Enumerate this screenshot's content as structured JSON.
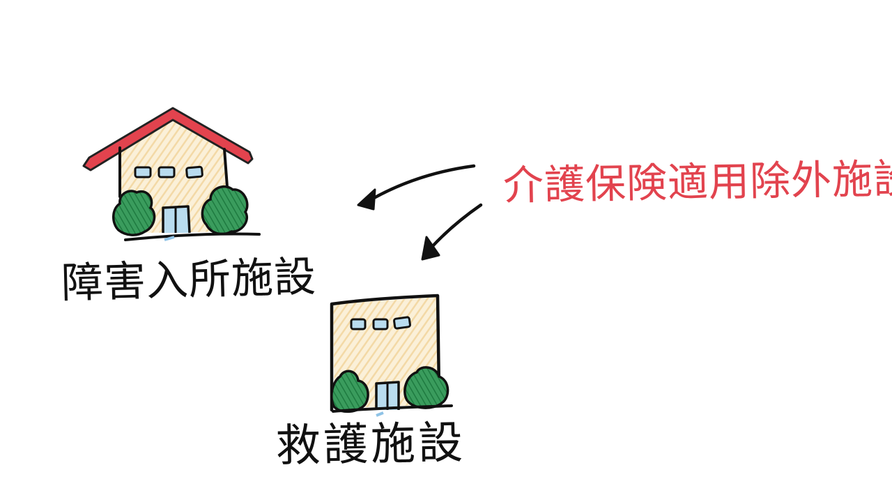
{
  "labels": {
    "disabled_facility": "障害入所施設",
    "relief_facility": "救護施設",
    "excluded_facilities": "介護保険適用除外施設"
  },
  "illustrations": {
    "house": "house-with-red-roof-icon",
    "building": "flat-roof-building-icon",
    "arrows": [
      "arrow-to-house-icon",
      "arrow-to-building-icon"
    ]
  },
  "colors": {
    "roof": "#e2434e",
    "wall": "#f7e2b8",
    "bush": "#2a8a4c",
    "window": "#b9dcef",
    "ink": "#111111",
    "highlight_text": "#e2434e"
  }
}
